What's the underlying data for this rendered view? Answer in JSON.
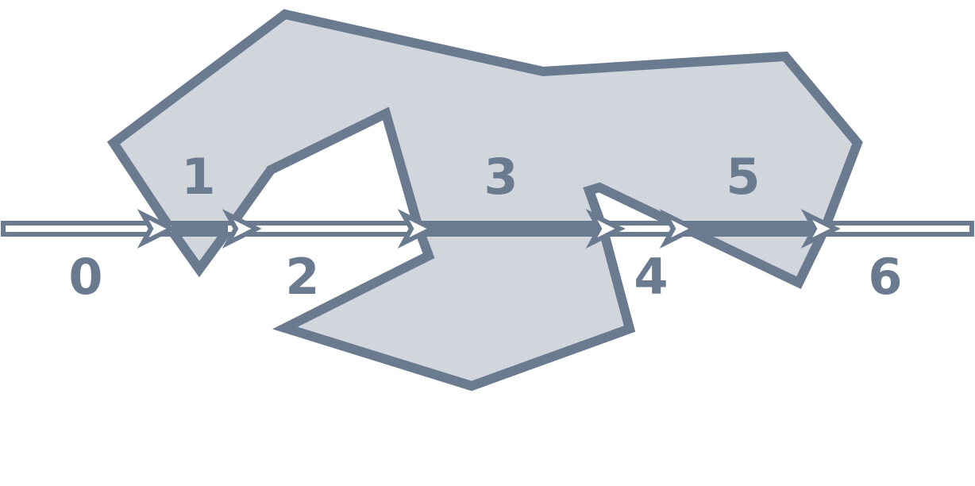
{
  "colors": {
    "stroke": "#6b7b8f",
    "fill": "#d1d6dd",
    "background": "#ffffff",
    "arrowhead": "#ffffff"
  },
  "segments": [
    {
      "label": "0",
      "inside": false
    },
    {
      "label": "1",
      "inside": true
    },
    {
      "label": "2",
      "inside": false
    },
    {
      "label": "3",
      "inside": true
    },
    {
      "label": "4",
      "inside": false
    },
    {
      "label": "5",
      "inside": true
    },
    {
      "label": "6",
      "inside": false
    }
  ],
  "icons": {
    "crossing_marker": "chevron-arrow-icon"
  }
}
